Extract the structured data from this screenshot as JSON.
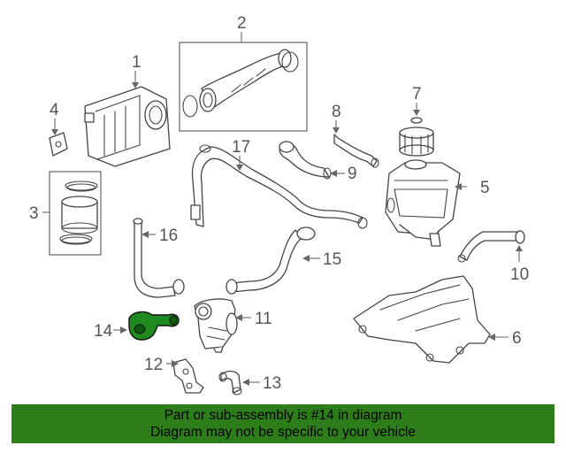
{
  "callouts": {
    "c1": "1",
    "c2": "2",
    "c3": "3",
    "c4": "4",
    "c5": "5",
    "c6": "6",
    "c7": "7",
    "c8": "8",
    "c9": "9",
    "c10": "10",
    "c11": "11",
    "c12": "12",
    "c13": "13",
    "c14": "14",
    "c15": "15",
    "c16": "16",
    "c17": "17"
  },
  "highlight_part": "14",
  "colors": {
    "banner": "#2e7d1b",
    "highlight": "#1f8a1f"
  },
  "banner": {
    "line1": "Part or sub-assembly is #14 in diagram",
    "line2": "Diagram may not be specific to your vehicle"
  }
}
